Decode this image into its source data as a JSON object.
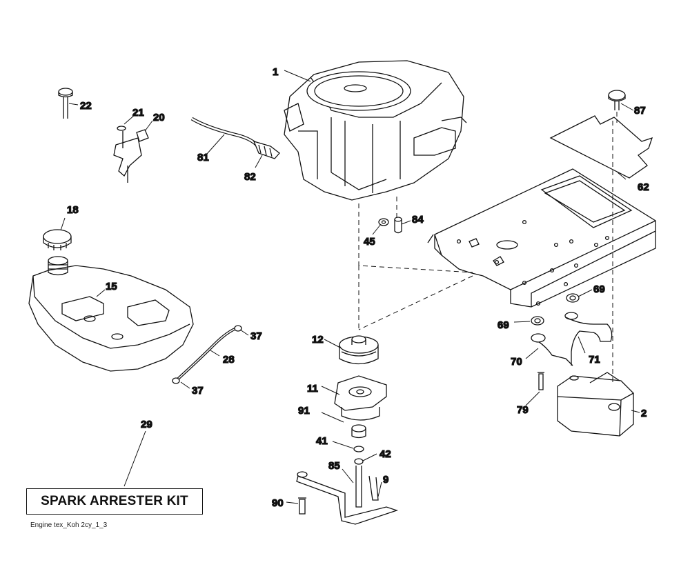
{
  "kit_box": {
    "text": "SPARK ARRESTER KIT"
  },
  "footer": {
    "text": "Engine tex_Koh 2cy_1_3"
  },
  "callouts": {
    "c1": "1",
    "c2": "2",
    "c9": "9",
    "c11": "11",
    "c12": "12",
    "c15": "15",
    "c18": "18",
    "c20": "20",
    "c21": "21",
    "c22": "22",
    "c28": "28",
    "c29": "29",
    "c37a": "37",
    "c37b": "37",
    "c41": "41",
    "c42": "42",
    "c45": "45",
    "c62": "62",
    "c69a": "69",
    "c69b": "69",
    "c70": "70",
    "c71": "71",
    "c79": "79",
    "c81": "81",
    "c82": "82",
    "c84": "84",
    "c85": "85",
    "c87": "87",
    "c90": "90",
    "c91": "91"
  }
}
